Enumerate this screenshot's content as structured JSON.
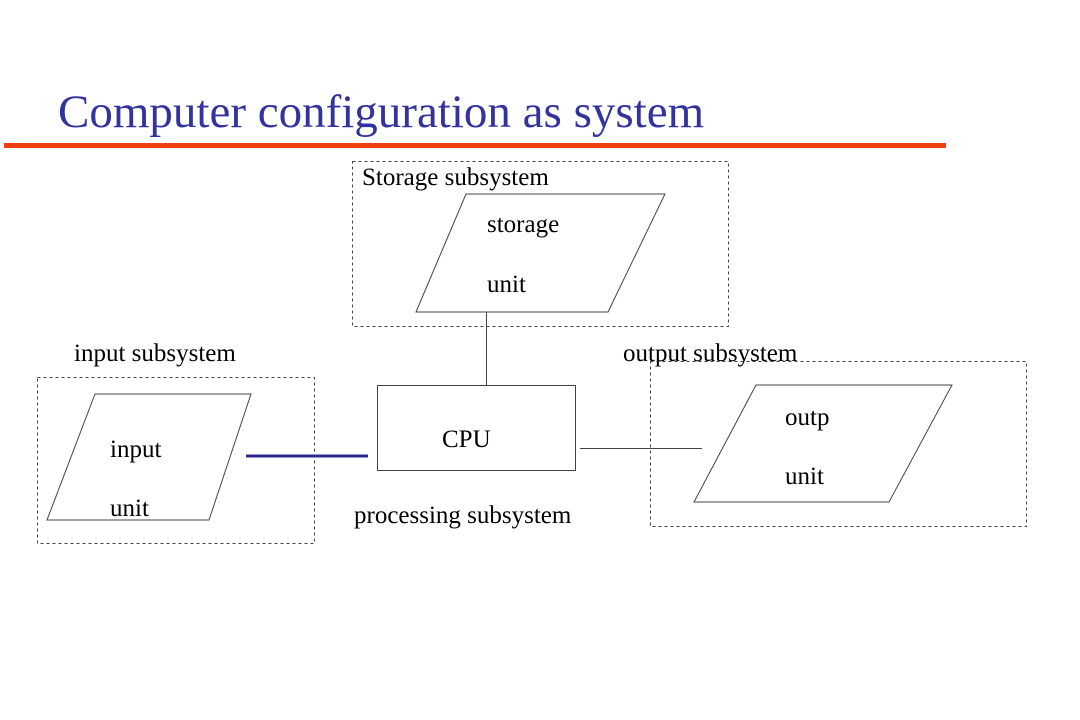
{
  "slide": {
    "title": "Computer configuration as system"
  },
  "colors": {
    "title": "#3333a0",
    "rule": "#f04010",
    "link": "#2a2a8c",
    "line": "#444444"
  },
  "storage_subsystem": {
    "label": "Storage subsystem",
    "unit_line1": "storage",
    "unit_line2": "unit"
  },
  "input_subsystem": {
    "label": "input subsystem",
    "unit_line1": "input",
    "unit_line2": "unit"
  },
  "output_subsystem": {
    "label": "output subsystem",
    "unit_line1": "outp",
    "unit_line2": "unit"
  },
  "processing_subsystem": {
    "label": "processing subsystem",
    "cpu_label": "CPU"
  }
}
